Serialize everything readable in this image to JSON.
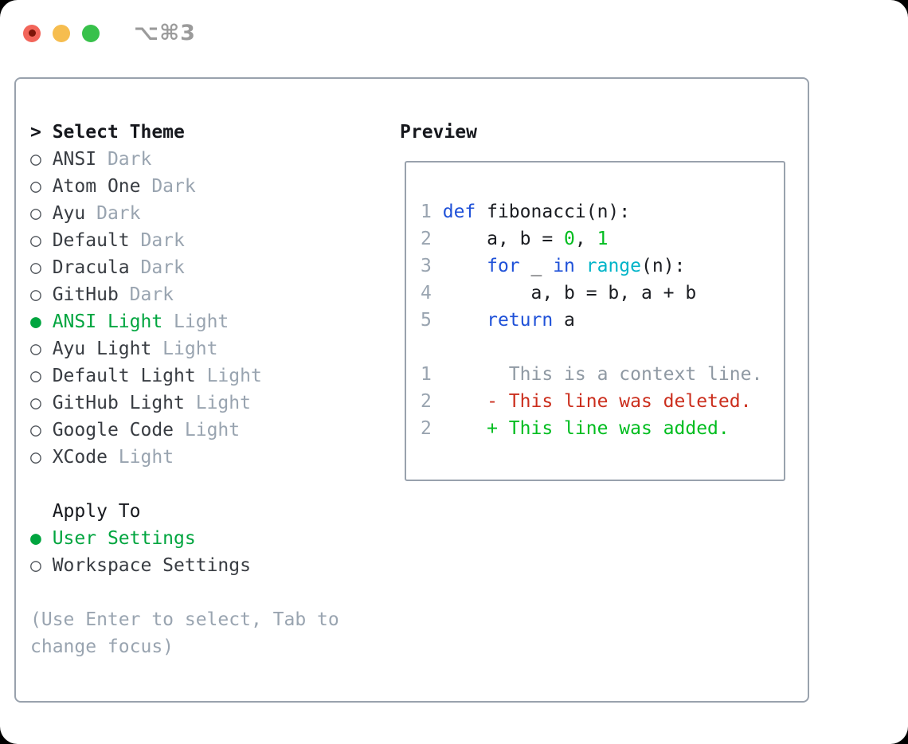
{
  "window": {
    "title": "⌥⌘3",
    "traffic_lights": {
      "close_color": "#f2655a",
      "close_unsaved_dot_color": "#7d1508",
      "minimize_color": "#f6bd4f",
      "zoom_color": "#38c14b"
    }
  },
  "theme_panel": {
    "header": {
      "marker": ">",
      "label": "Select Theme"
    },
    "markers": {
      "selected": "●",
      "unselected": "○"
    },
    "items": [
      {
        "name": "ANSI",
        "badge": "Dark",
        "selected": false
      },
      {
        "name": "Atom One",
        "badge": "Dark",
        "selected": false
      },
      {
        "name": "Ayu",
        "badge": "Dark",
        "selected": false
      },
      {
        "name": "Default",
        "badge": "Dark",
        "selected": false
      },
      {
        "name": "Dracula",
        "badge": "Dark",
        "selected": false
      },
      {
        "name": "GitHub",
        "badge": "Dark",
        "selected": false
      },
      {
        "name": "ANSI Light",
        "badge": "Light",
        "selected": true
      },
      {
        "name": "Ayu Light",
        "badge": "Light",
        "selected": false
      },
      {
        "name": "Default Light",
        "badge": "Light",
        "selected": false
      },
      {
        "name": "GitHub Light",
        "badge": "Light",
        "selected": false
      },
      {
        "name": "Google Code",
        "badge": "Light",
        "selected": false
      },
      {
        "name": "XCode",
        "badge": "Light",
        "selected": false
      }
    ],
    "apply_to": {
      "label": "Apply To",
      "options": [
        {
          "name": "User Settings",
          "selected": true
        },
        {
          "name": "Workspace Settings",
          "selected": false
        }
      ]
    },
    "hint": "(Use Enter to select, Tab to change focus)"
  },
  "preview": {
    "label": "Preview",
    "code_lines": [
      {
        "num": "1",
        "segs": [
          {
            "t": "def",
            "c": "keyword"
          },
          {
            "t": " fibonacci(n):",
            "c": "plain"
          }
        ]
      },
      {
        "num": "2",
        "segs": [
          {
            "t": "    a, b = ",
            "c": "plain"
          },
          {
            "t": "0",
            "c": "number"
          },
          {
            "t": ", ",
            "c": "plain"
          },
          {
            "t": "1",
            "c": "number"
          }
        ]
      },
      {
        "num": "3",
        "segs": [
          {
            "t": "    ",
            "c": "plain"
          },
          {
            "t": "for",
            "c": "keyword"
          },
          {
            "t": " _ ",
            "c": "plain"
          },
          {
            "t": "in",
            "c": "keyword"
          },
          {
            "t": " ",
            "c": "plain"
          },
          {
            "t": "range",
            "c": "builtin"
          },
          {
            "t": "(n):",
            "c": "plain"
          }
        ]
      },
      {
        "num": "4",
        "segs": [
          {
            "t": "        a, b = b, a + b",
            "c": "plain"
          }
        ]
      },
      {
        "num": "5",
        "segs": [
          {
            "t": "    ",
            "c": "plain"
          },
          {
            "t": "return",
            "c": "keyword"
          },
          {
            "t": " a",
            "c": "plain"
          }
        ]
      },
      {
        "num": "",
        "segs": []
      },
      {
        "num": "1",
        "segs": [
          {
            "t": "      This is a context line.",
            "c": "context"
          }
        ]
      },
      {
        "num": "2",
        "segs": [
          {
            "t": "    ",
            "c": "plain"
          },
          {
            "t": "- This line was deleted.",
            "c": "deleted"
          }
        ]
      },
      {
        "num": "2",
        "segs": [
          {
            "t": "    ",
            "c": "plain"
          },
          {
            "t": "+ This line was added.",
            "c": "added"
          }
        ]
      }
    ]
  },
  "colors": {
    "selection_green": "#00a53f",
    "code_green": "#00bd1f",
    "keyword_blue": "#1f51d8",
    "builtin_cyan": "#00b4c8",
    "deleted_red": "#cb2e1d",
    "badge_gray": "#99a4b0",
    "context_gray": "#8f99a3",
    "item_text": "#383c42",
    "header_text": "#16181d",
    "panel_border": "#99a2ad",
    "title_gray": "#9b9b9b"
  }
}
